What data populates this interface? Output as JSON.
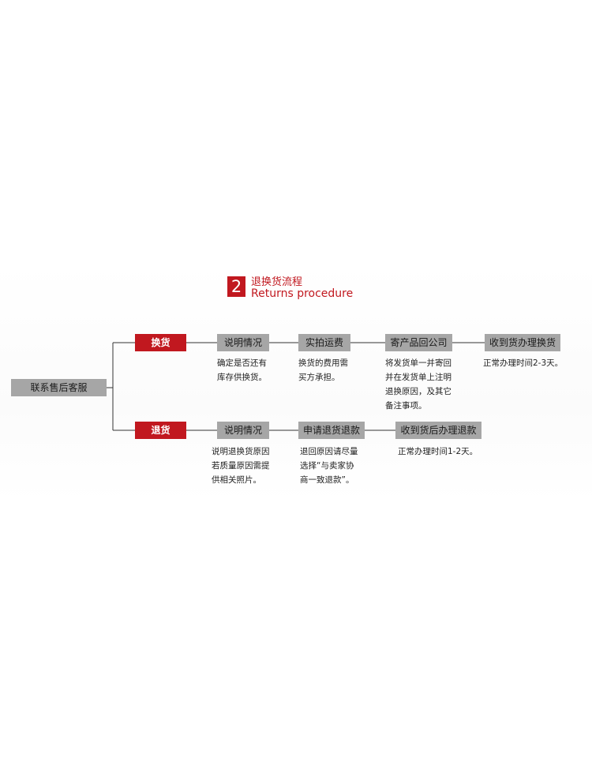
{
  "header": {
    "number": "2",
    "title_cn": "退换货流程",
    "title_en": "Returns procedure"
  },
  "start": {
    "label": "联系售后客服"
  },
  "exchange": {
    "label": "换货",
    "steps": [
      {
        "label": "说明情况",
        "desc": [
          "确定是否还有",
          "库存供换货。"
        ]
      },
      {
        "label": "实拍运费",
        "desc": [
          "换货的费用需",
          "买方承担。"
        ]
      },
      {
        "label": "寄产品回公司",
        "desc": [
          "将发货单一并寄回",
          "并在发货单上注明",
          "退换原因，及其它",
          "备注事项。"
        ]
      },
      {
        "label": "收到货办理换货",
        "desc": [
          "正常办理时间2-3天。"
        ]
      }
    ]
  },
  "refund": {
    "label": "退货",
    "steps": [
      {
        "label": "说明情况",
        "desc": [
          "说明退换货原因",
          "若质量原因需提",
          "供相关照片。"
        ]
      },
      {
        "label": "申请退货退款",
        "desc": [
          "退回原因请尽量",
          "选择“与卖家协",
          "商一致退款”。"
        ]
      },
      {
        "label": "收到货后办理退款",
        "desc": [
          "正常办理时间1-2天。"
        ]
      }
    ]
  },
  "colors": {
    "accent": "#c1181f",
    "box": "#a6a6a6",
    "line": "#333333"
  }
}
